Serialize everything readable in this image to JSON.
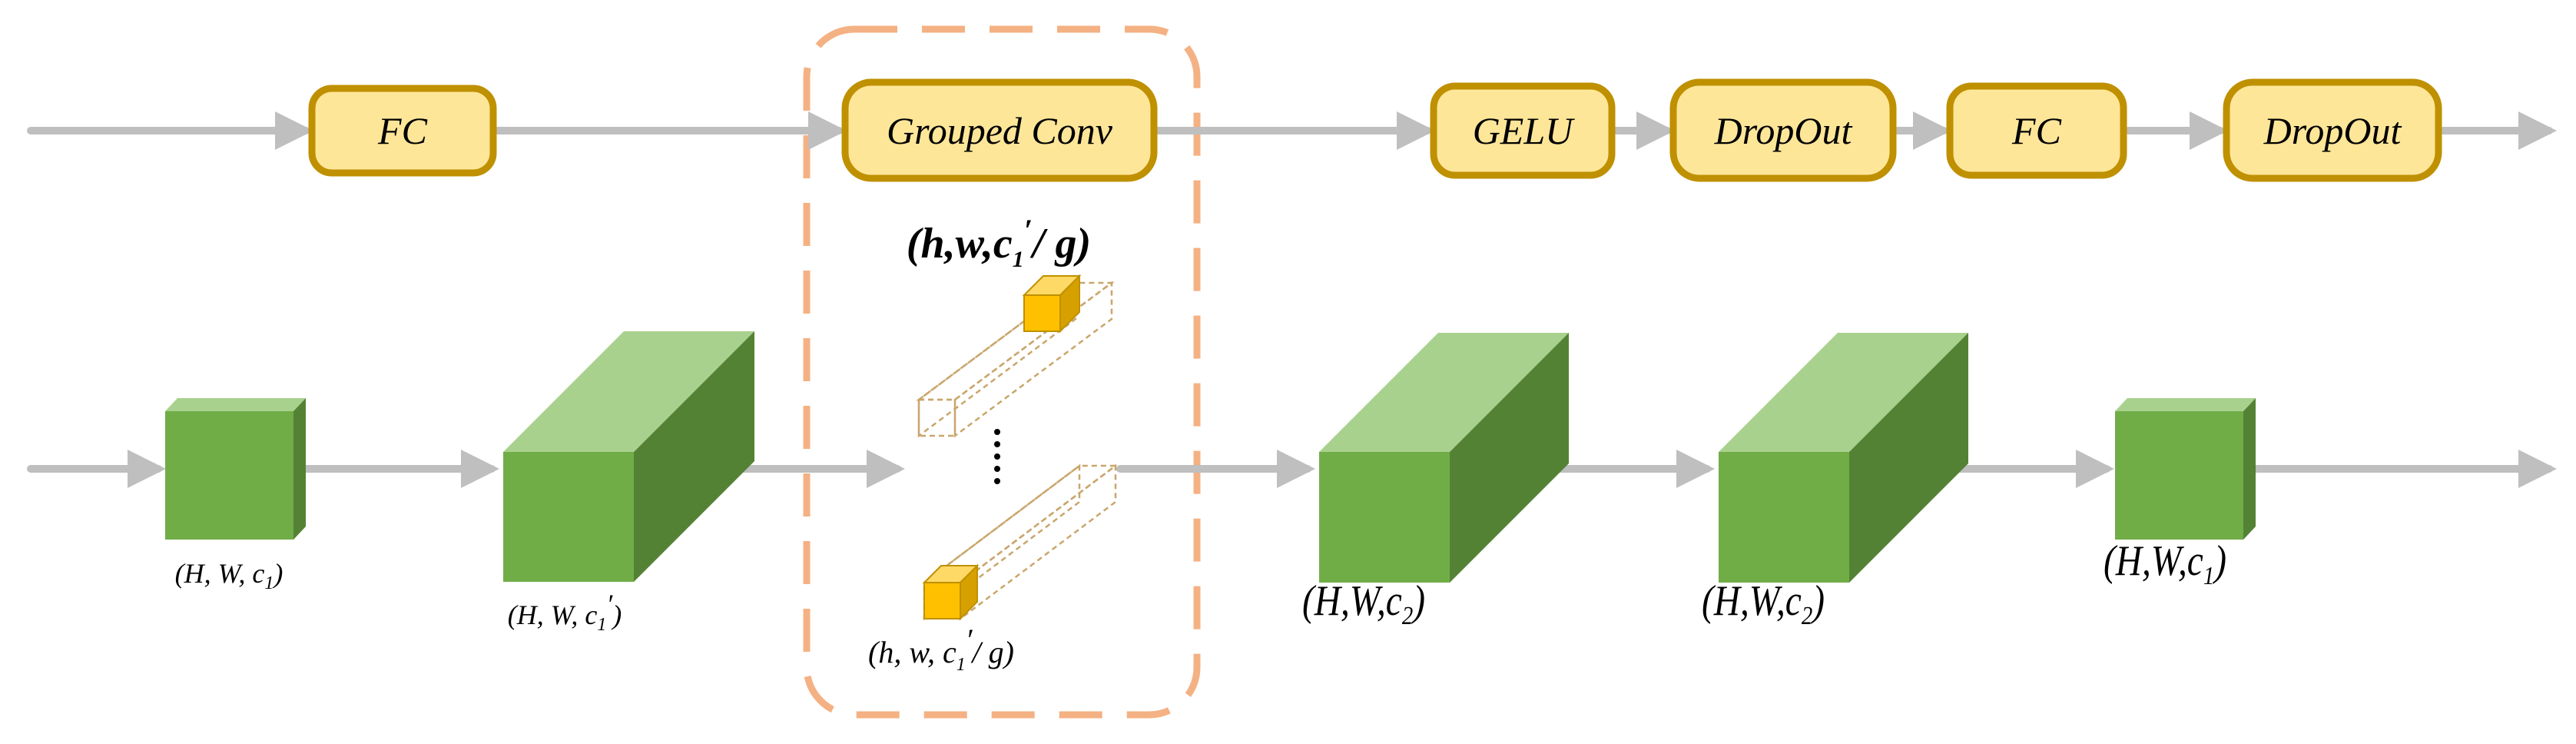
{
  "pipeline": {
    "ops": [
      {
        "id": "fc1",
        "label": "FC"
      },
      {
        "id": "grouped-conv",
        "label": "Grouped Conv"
      },
      {
        "id": "gelu",
        "label": "GELU"
      },
      {
        "id": "dropout1",
        "label": "DropOut"
      },
      {
        "id": "fc2",
        "label": "FC"
      },
      {
        "id": "dropout2",
        "label": "DropOut"
      }
    ]
  },
  "tensors": {
    "input": {
      "label": "(H, W, c",
      "sub": "1",
      "close": ")"
    },
    "after_fc1": {
      "label": "(H, W, c",
      "sub": "1",
      "prime": "′",
      "close": ")"
    },
    "group_top": {
      "label": "(h,w,c",
      "sub": "1",
      "prime": "′",
      "suffix": "/ g)"
    },
    "group_bottom": {
      "label": "(h, w, c",
      "sub": "1",
      "prime": "′",
      "suffix": "/ g)"
    },
    "after_gelu": {
      "label": "(H,W,c",
      "sub": "2",
      "close": ")"
    },
    "after_dropout": {
      "label": "(H,W,c",
      "sub": "2",
      "close": ")"
    },
    "output": {
      "label": "(H,W,c",
      "sub": "1",
      "close": ")"
    }
  },
  "colors": {
    "op_fill": "#fee699",
    "op_border": "#bf9000",
    "cube_green": "#70ad47",
    "cube_yellow": "#ffc000",
    "group_frame": "#f4b183",
    "arrow": "#bfbfbf"
  }
}
